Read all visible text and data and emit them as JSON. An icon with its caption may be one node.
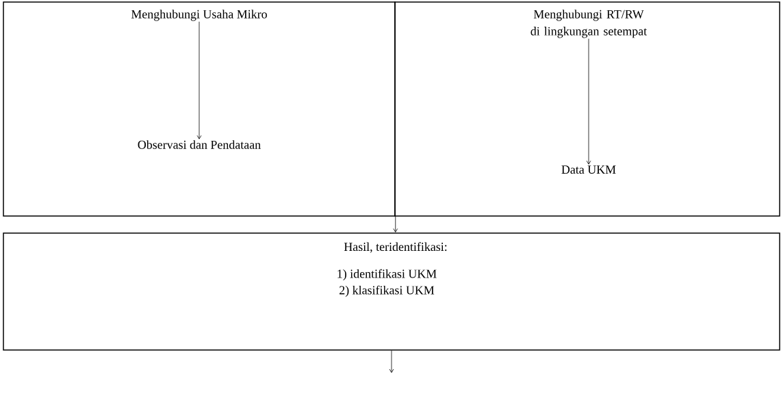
{
  "diagram": {
    "nodes": [
      {
        "text": [],
        "shape": "box"
      },
      {
        "text": [
          "Menghubungi Usaha Mikro"
        ],
        "in": 0
      },
      {
        "text": [
          "Observasi dan Pendataan"
        ],
        "in": 0
      },
      {
        "text": [],
        "shape": "box"
      },
      {
        "text": [
          "Menghubungi RT/RW di lingkungan setempat"
        ],
        "in": 3
      },
      {
        "text": [
          "Data UKM"
        ],
        "in": 3
      },
      {
        "text": [
          "Hasil, teridentifikasi:",
          "1) identifikasi UKM",
          "2) klasifikasi UKM"
        ]
      }
    ],
    "edges": [
      {
        "from": 1,
        "to": 2,
        "arrow": "to"
      },
      {
        "from": 4,
        "to": 5,
        "arrow": "to"
      },
      {
        "from": 0,
        "to": 6,
        "arrow": "to"
      },
      {
        "from": 3,
        "to": 6,
        "arrow": "to"
      },
      {
        "from": 6,
        "to": null,
        "arrow": "to"
      }
    ]
  }
}
